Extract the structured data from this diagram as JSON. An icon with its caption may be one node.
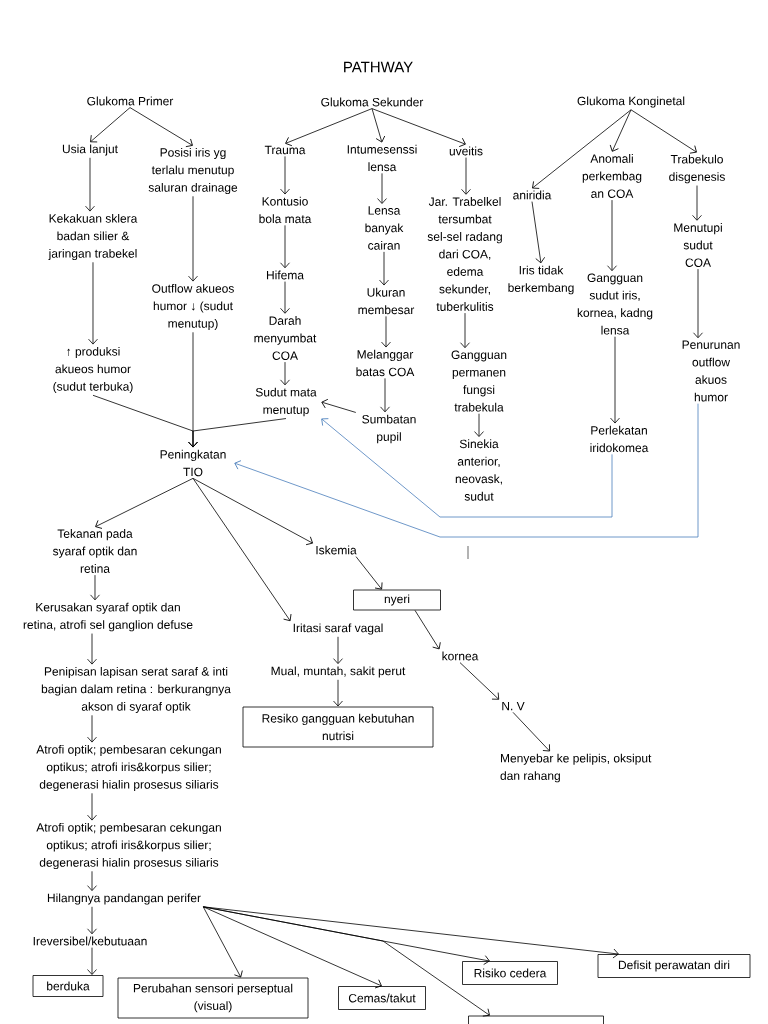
{
  "diagram": {
    "title": "PATHWAY",
    "nodes": [
      {
        "text": [
          "Glukoma Primer"
        ]
      },
      {
        "text": [
          "Glukoma Sekunder"
        ]
      },
      {
        "text": [
          "Glukoma Konginetal"
        ]
      },
      {
        "text": [
          "Usia lanjut"
        ]
      },
      {
        "text": [
          "Posisi iris yg terlalu menutup saluran drainage"
        ]
      },
      {
        "text": [
          "Trauma"
        ]
      },
      {
        "text": [
          "Intumesenssi lensa"
        ]
      },
      {
        "text": [
          "uveitis"
        ]
      },
      {
        "text": [
          "Anomali perkembag an COA"
        ]
      },
      {
        "text": [
          "Trabekulo disgenesis"
        ]
      },
      {
        "text": [
          "Kekakuan sklera badan silier & jaringan trabekel"
        ]
      },
      {
        "text": [
          "Kontusio bola mata"
        ]
      },
      {
        "text": [
          "Lensa banyak cairan"
        ]
      },
      {
        "text": [
          "Jar. Trabelkel tersumbat sel-sel radang dari COA, edema sekunder, tuberkulitis"
        ]
      },
      {
        "text": [
          "aniridia"
        ]
      },
      {
        "text": [
          "Menutupi sudut COA"
        ]
      },
      {
        "text": [
          "Hifema"
        ]
      },
      {
        "text": [
          "Iris tidak berkembang"
        ]
      },
      {
        "text": [
          "Gangguan sudut iris, kornea, kadng lensa"
        ]
      },
      {
        "text": [
          "Outflow akueos humor ↓ (sudut menutup)"
        ]
      },
      {
        "text": [
          "Ukuran membesar"
        ]
      },
      {
        "text": [
          "↑ produksi akueos humor (sudut terbuka)"
        ]
      },
      {
        "text": [
          "Darah menyumbat COA"
        ]
      },
      {
        "text": [
          "Melanggar batas COA"
        ]
      },
      {
        "text": [
          "Gangguan permanen fungsi trabekula"
        ]
      },
      {
        "text": [
          "Penurunan outflow akuos humor"
        ]
      },
      {
        "text": [
          "Sudut mata menutup"
        ]
      },
      {
        "text": [
          "Sumbatan pupil"
        ]
      },
      {
        "text": [
          "Perlekatan iridokomea"
        ]
      },
      {
        "text": [
          "Sinekia anterior, neovask, sudut"
        ]
      },
      {
        "text": [
          "Peningkatan TIO"
        ]
      },
      {
        "text": [
          "Tekanan pada syaraf optik dan retina"
        ]
      },
      {
        "text": [
          "Iskemia"
        ]
      },
      {
        "text": [
          "nyeri"
        ]
      },
      {
        "text": [
          "Kerusakan syaraf optik dan retina, atrofi sel ganglion defuse"
        ]
      },
      {
        "text": [
          "Iritasi saraf vagal"
        ]
      },
      {
        "text": [
          "kornea"
        ]
      },
      {
        "text": [
          "Mual, muntah, sakit perut"
        ]
      },
      {
        "text": [
          "Penipisan lapisan serat saraf & inti bagian dalam retina : berkurangnya akson di syaraf optik"
        ]
      },
      {
        "text": [
          "N. V"
        ]
      },
      {
        "text": [
          "Resiko gangguan kebutuhan nutrisi"
        ]
      },
      {
        "text": [
          "Atrofi optik; pembesaran cekungan optikus; atrofi iris&korpus silier; degenerasi hialin prosesus siliaris"
        ]
      },
      {
        "text": [
          "Menyebar ke pelipis, oksiput dan rahang"
        ]
      },
      {
        "text": [
          "Atrofi optik; pembesaran cekungan optikus; atrofi iris&korpus silier; degenerasi hialin prosesus siliaris"
        ]
      },
      {
        "text": [
          "Hilangnya pandangan perifer"
        ]
      },
      {
        "text": [
          "Ireversibel/kebutuaan"
        ]
      },
      {
        "text": [
          "Defisit perawatan diri"
        ]
      },
      {
        "text": [
          "Risiko cedera"
        ]
      },
      {
        "text": [
          "berduka"
        ]
      },
      {
        "text": [
          "Perubahan sensori perseptual (visual)"
        ]
      },
      {
        "text": [
          "Cemas/takut"
        ]
      },
      {
        "text": [],
        "shape": "box"
      }
    ],
    "edges": [
      {
        "from": 0,
        "to": 3,
        "arrow": "to"
      },
      {
        "from": 0,
        "to": 4,
        "arrow": "to"
      },
      {
        "from": 1,
        "to": 5,
        "arrow": "to"
      },
      {
        "from": 1,
        "to": 6,
        "arrow": "to"
      },
      {
        "from": 1,
        "to": 7,
        "arrow": "to"
      },
      {
        "from": 2,
        "to": 14,
        "arrow": "to"
      },
      {
        "from": 2,
        "to": 8,
        "arrow": "to"
      },
      {
        "from": 2,
        "to": 9,
        "arrow": "to"
      },
      {
        "from": 3,
        "to": 10,
        "arrow": "to"
      },
      {
        "from": 4,
        "to": 19,
        "arrow": "to"
      },
      {
        "from": 5,
        "to": 11,
        "arrow": "to"
      },
      {
        "from": 6,
        "to": 12,
        "arrow": "to"
      },
      {
        "from": 7,
        "to": 13,
        "arrow": "to"
      },
      {
        "from": 14,
        "to": 17,
        "arrow": "to"
      },
      {
        "from": 8,
        "to": 18,
        "arrow": "to"
      },
      {
        "from": 9,
        "to": 15,
        "arrow": "to"
      },
      {
        "from": 11,
        "to": 16,
        "arrow": "to"
      },
      {
        "from": 12,
        "to": 20,
        "arrow": "to"
      },
      {
        "from": 15,
        "to": 25,
        "arrow": "to"
      },
      {
        "from": 10,
        "to": 21,
        "arrow": "to"
      },
      {
        "from": 16,
        "to": 22,
        "arrow": "to"
      },
      {
        "from": 20,
        "to": 23,
        "arrow": "to"
      },
      {
        "from": 13,
        "to": 24,
        "arrow": "to"
      },
      {
        "from": 22,
        "to": 26,
        "arrow": "to"
      },
      {
        "from": 23,
        "to": 27,
        "arrow": "to"
      },
      {
        "from": 24,
        "to": 29,
        "arrow": "to"
      },
      {
        "from": 18,
        "to": 28,
        "arrow": "to"
      },
      {
        "from": 21,
        "to": 30,
        "arrow": "to"
      },
      {
        "from": 19,
        "to": 30,
        "arrow": "to"
      },
      {
        "from": 26,
        "to": 30,
        "arrow": "to"
      },
      {
        "from": 27,
        "to": 26,
        "arrow": "to"
      },
      {
        "from": 28,
        "to": 26,
        "arrow": "to",
        "color": "#4a7ebb"
      },
      {
        "from": 25,
        "to": 30,
        "arrow": "to",
        "color": "#4a7ebb"
      },
      {
        "from": 30,
        "to": 31,
        "arrow": "to"
      },
      {
        "from": 30,
        "to": 32,
        "arrow": "to"
      },
      {
        "from": 30,
        "to": 35,
        "arrow": "to"
      },
      {
        "from": 32,
        "to": 33,
        "arrow": "to"
      },
      {
        "from": 33,
        "to": 36,
        "arrow": "to"
      },
      {
        "from": 35,
        "to": 37,
        "arrow": "to"
      },
      {
        "from": 37,
        "to": 40,
        "arrow": "to"
      },
      {
        "from": 36,
        "to": 39,
        "arrow": "to"
      },
      {
        "from": 39,
        "to": 42,
        "arrow": "to"
      },
      {
        "from": 31,
        "to": 34,
        "arrow": "to"
      },
      {
        "from": 34,
        "to": 38,
        "arrow": "to"
      },
      {
        "from": 38,
        "to": 41,
        "arrow": "to"
      },
      {
        "from": 41,
        "to": 43,
        "arrow": "to"
      },
      {
        "from": 43,
        "to": 44,
        "arrow": "to"
      },
      {
        "from": 44,
        "to": 45,
        "arrow": "to"
      },
      {
        "from": 45,
        "to": 48,
        "arrow": "to"
      },
      {
        "from": 44,
        "to": 49,
        "arrow": "to"
      },
      {
        "from": 44,
        "to": 50,
        "arrow": "to"
      },
      {
        "from": 44,
        "to": 47,
        "arrow": "to"
      },
      {
        "from": 44,
        "to": 51,
        "arrow": "to"
      },
      {
        "from": 44,
        "to": 46,
        "arrow": "to"
      }
    ]
  }
}
